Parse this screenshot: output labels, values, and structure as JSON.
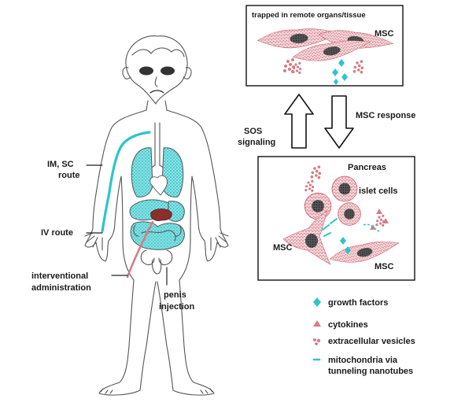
{
  "labels": {
    "im_sc_route": [
      "IM, SC",
      "route"
    ],
    "iv_route": "IV route",
    "interventional": [
      "interventional",
      "administration"
    ],
    "penis": [
      "penis",
      "injection"
    ],
    "trapped": "trapped in remote organs/tissue",
    "msc_top": "MSC",
    "sos": [
      "SOS",
      "signaling"
    ],
    "msc_response": "MSC response",
    "pancreas": "Pancreas",
    "islet_cells": "islet cells",
    "msc_left": "MSC",
    "msc_right": "MSC"
  },
  "legend": [
    {
      "icon": "growth-factor-diamond-icon",
      "label": "growth factors"
    },
    {
      "icon": "cytokine-triangle-icon",
      "label": "cytokines"
    },
    {
      "icon": "extracellular-vesicle-dots-icon",
      "label": "extracellular vesicles"
    },
    {
      "icon": "mitochondria-dash-icon",
      "label": [
        "mitochondria via",
        "tunneling nanotubes"
      ]
    }
  ],
  "colors": {
    "cyan": "#2fc4c9",
    "pink": "#d77b86",
    "red": "#c0303a",
    "dark": "#2b2b2b"
  }
}
